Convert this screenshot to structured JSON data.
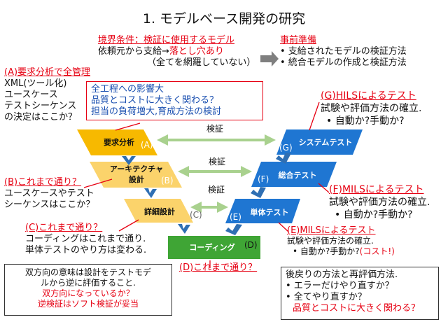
{
  "title": "1. モデルベース開発の研究",
  "boundary": {
    "heading": "境界条件：検証に使用するモデル",
    "line2_prefix": "依頼元から支給→",
    "line2_red": "落とし穴あり",
    "line3": "（全てを網羅していない）"
  },
  "prep": {
    "heading": "事前準備",
    "items": [
      "• 支給されたモデルの検証方法",
      "• 統合モデルの作成と検証方法"
    ]
  },
  "a_note": {
    "heading": "(A)要求分析で全管理",
    "lines": [
      "XML(ツール化)",
      "ユースケース",
      "テストシーケンス",
      "の決定はここか？"
    ]
  },
  "impact_box": {
    "lines": [
      "全工程への影響大",
      "品質とコストに大きく関わる？",
      "担当の負荷増大,育成方法の検討"
    ]
  },
  "g_note": {
    "heading": "(G)HILSによるテスト",
    "lines": [
      "試験や評価方法の確立.",
      "• 自動か?手動か?"
    ]
  },
  "b_note": {
    "heading": "(B)これまで通り？",
    "lines": [
      "ユースケースやテスト",
      "シーケンスはここか？"
    ]
  },
  "f_note": {
    "heading": "(F)MILSによるテスト",
    "lines": [
      "試験や評価方法の確立.",
      "• 自動か?手動か?"
    ]
  },
  "c_note": {
    "heading": "(C)これまで通り？",
    "lines": [
      "コーディングはこれまで通り.",
      "単体テストのやり方は変わる."
    ]
  },
  "e_note": {
    "heading": "(E)MILSによるテスト",
    "line1": "試験や評価方法の確立.",
    "line2_prefix": "• 自動か?手動か?",
    "line2_red": "(コスト!)"
  },
  "d_note": {
    "heading": "(D)これまで通り？"
  },
  "bidir_box": {
    "lines": [
      "双方向の意味は設計をテストモデ",
      "ルから逆に評価すること."
    ],
    "red_lines": [
      "双方向になっているか？",
      "逆検証はソフト検証が妥当"
    ]
  },
  "rework_box": {
    "lines": [
      "後戻りの方法と再評価方法.",
      "• エラーだけやり直すか？",
      "• 全てやり直すか？"
    ],
    "red_line": "品質とコストに大きく関わる？"
  },
  "phases": {
    "req": {
      "label": "要求分析",
      "letter": "(A)"
    },
    "arch": {
      "label1": "アーキテクチャ",
      "label2": "設計",
      "letter": "(B)"
    },
    "detail": {
      "label": "詳細設計",
      "letter": "(C)"
    },
    "coding": {
      "label": "コーディング",
      "letter": "(D)"
    },
    "unit": {
      "label": "単体テスト",
      "letter": "(E)"
    },
    "integ": {
      "label": "総合テスト",
      "letter": "(F)"
    },
    "sys": {
      "label": "システムテスト",
      "letter": "(G)"
    }
  },
  "verify_labels": [
    "検証",
    "検証",
    "検証"
  ],
  "colors": {
    "red": "#e60012",
    "orange": "#f7b900",
    "light_orange": "#fbd36b",
    "blue": "#1f76d2",
    "green": "#3fa535",
    "arrow_green": "#a9d18e",
    "arrow_blue": "#2f6fb3"
  }
}
